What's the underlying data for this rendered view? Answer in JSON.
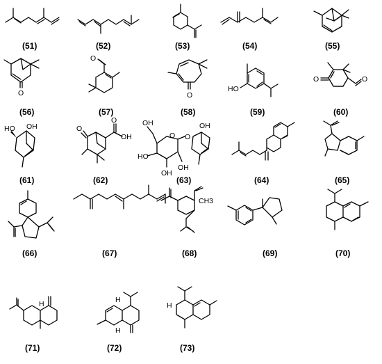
{
  "compounds": [
    {
      "label": "(51)"
    },
    {
      "label": "(52)"
    },
    {
      "label": "(53)"
    },
    {
      "label": "(54)"
    },
    {
      "label": "(55)"
    },
    {
      "label": "(56)"
    },
    {
      "label": "(57)"
    },
    {
      "label": "(58)"
    },
    {
      "label": "(59)"
    },
    {
      "label": "(60)"
    },
    {
      "label": "(61)"
    },
    {
      "label": "(62)"
    },
    {
      "label": "(63)"
    },
    {
      "label": "(64)"
    },
    {
      "label": "(65)"
    },
    {
      "label": "(66)"
    },
    {
      "label": "(67)"
    },
    {
      "label": "(68)"
    },
    {
      "label": "(69)"
    },
    {
      "label": "(70)"
    },
    {
      "label": "(71)"
    },
    {
      "label": "(72)"
    },
    {
      "label": "(73)"
    }
  ],
  "atoms": {
    "o": "O",
    "ho": "HO",
    "oh": "OH",
    "h": "H",
    "ch3": "CH3"
  }
}
